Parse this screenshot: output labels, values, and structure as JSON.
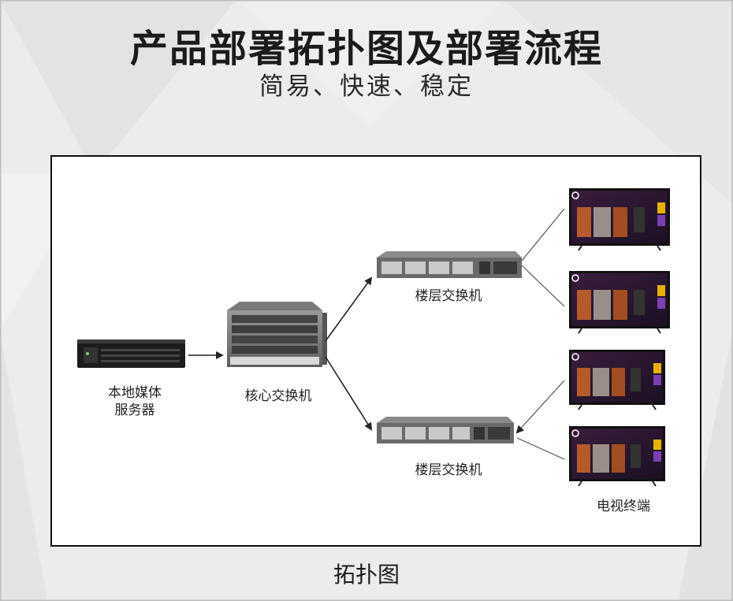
{
  "header": {
    "title": "产品部署拓扑图及部署流程",
    "subtitle": "简易、快速、稳定"
  },
  "diagram": {
    "nodes": {
      "media_server": "本地媒体服务器",
      "media_server_line1": "本地媒体",
      "media_server_line2": "服务器",
      "core_switch": "核心交换机",
      "floor_switch_top": "楼层交换机",
      "floor_switch_bottom": "楼层交换机",
      "tv_terminals": "电视终端"
    },
    "tv_count": 4
  },
  "footer": {
    "caption": "拓扑图"
  },
  "colors": {
    "background": "#ececec",
    "frame_border": "#111111",
    "tv_screen": "#2a1730",
    "arrow": "#222222"
  }
}
